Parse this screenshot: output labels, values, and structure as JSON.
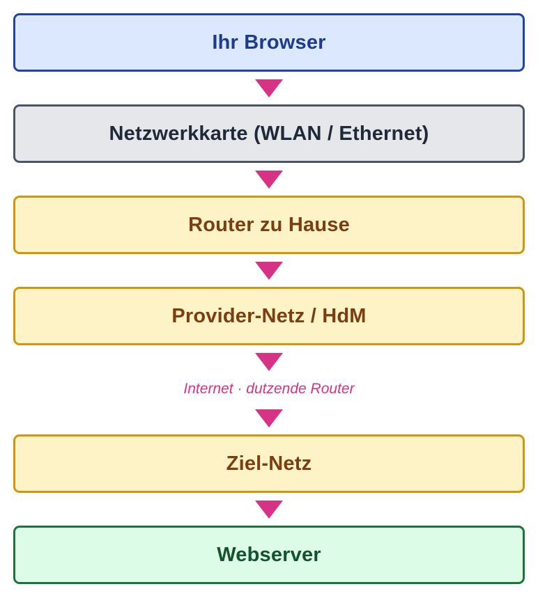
{
  "nodes": [
    {
      "label": "Ihr Browser",
      "color": "#dbe8fe",
      "border": "#1f44a6"
    },
    {
      "label": "Netzwerkkarte (WLAN / Ethernet)",
      "color": "#e5e7eb",
      "border": "#4b5563"
    },
    {
      "label": "Router zu Hause",
      "color": "#fef3c7",
      "border": "#d29510"
    },
    {
      "label": "Provider-Netz / HdM",
      "color": "#fef3c7",
      "border": "#d29510"
    },
    {
      "label": "Ziel-Netz",
      "color": "#fef3c7",
      "border": "#d29510"
    },
    {
      "label": "Webserver",
      "color": "#dcfce7",
      "border": "#19763b"
    }
  ],
  "hop_label": "Internet · dutzende Router",
  "arrow_color": "#d63384"
}
